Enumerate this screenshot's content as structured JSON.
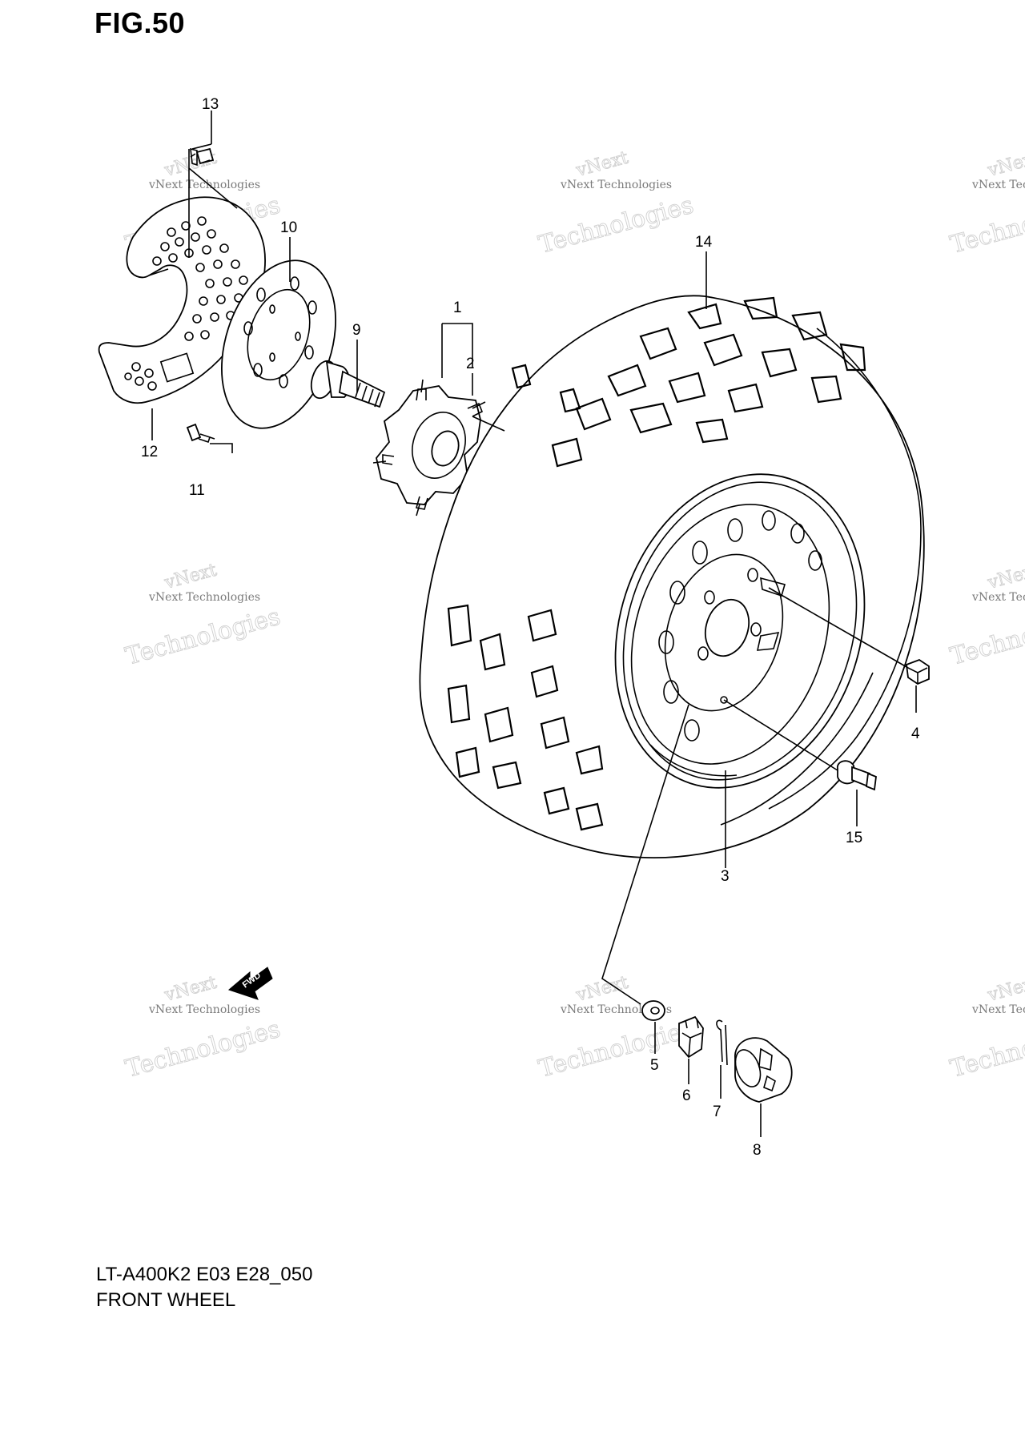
{
  "figure": {
    "title": "FIG.50",
    "model_code": "LT-A400K2 E03 E28_050",
    "section_name": "FRONT WHEEL"
  },
  "direction_arrow": {
    "label": "FWD"
  },
  "watermark": {
    "line1": "vNext",
    "line2": "vNext Technologies",
    "line3": "Technologies"
  },
  "callouts": [
    {
      "id": "1",
      "part": "hub"
    },
    {
      "id": "2",
      "part": "hub-bolt"
    },
    {
      "id": "3",
      "part": "wheel-rim"
    },
    {
      "id": "4",
      "part": "wheel-nut"
    },
    {
      "id": "5",
      "part": "washer"
    },
    {
      "id": "6",
      "part": "castle-nut"
    },
    {
      "id": "7",
      "part": "cotter-pin"
    },
    {
      "id": "8",
      "part": "hub-cap"
    },
    {
      "id": "9",
      "part": "axle"
    },
    {
      "id": "10",
      "part": "brake-disc"
    },
    {
      "id": "11",
      "part": "disc-bolt"
    },
    {
      "id": "12",
      "part": "disc-cover"
    },
    {
      "id": "13",
      "part": "cover-bolt"
    },
    {
      "id": "14",
      "part": "tire"
    },
    {
      "id": "15",
      "part": "valve"
    }
  ],
  "colors": {
    "line": "#000000",
    "background": "#ffffff",
    "watermark": "#cfcfcf"
  }
}
